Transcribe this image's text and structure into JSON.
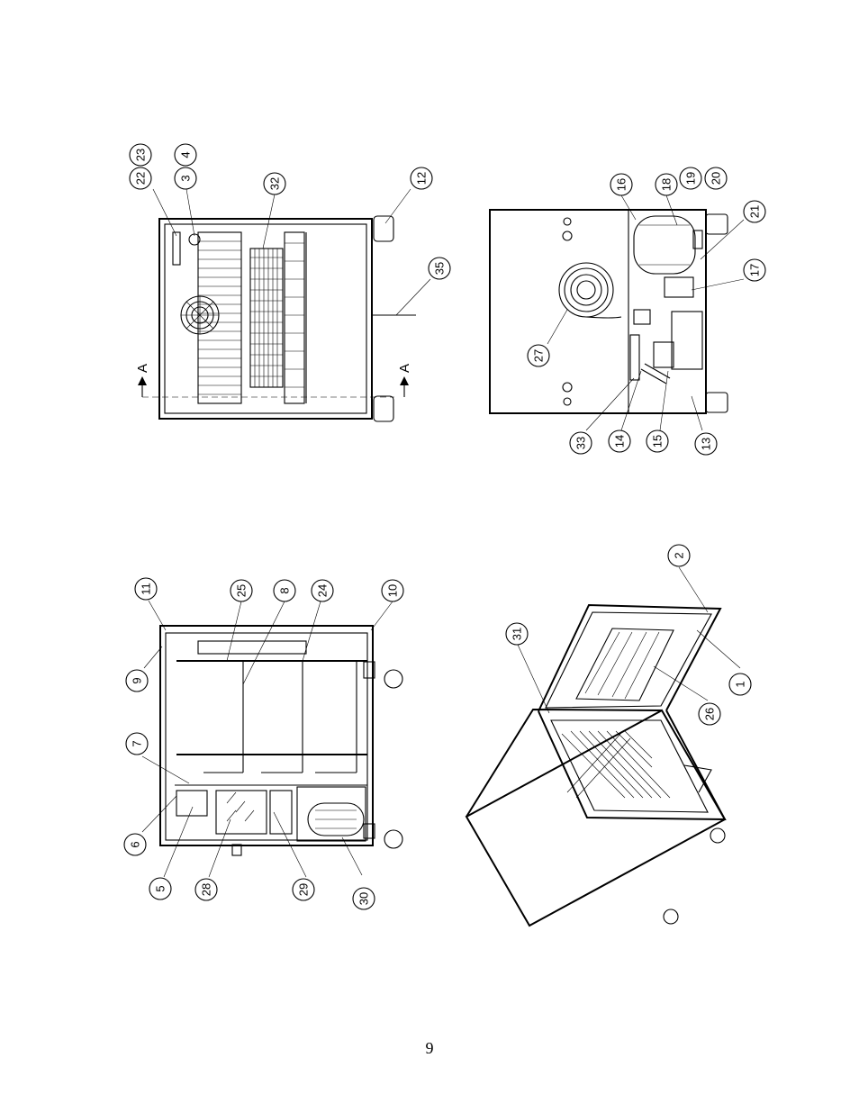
{
  "page_number": "9",
  "section_marker": "A",
  "views": {
    "top_view": {
      "callouts": [
        {
          "label": "22"
        },
        {
          "label": "23"
        },
        {
          "label": "3"
        },
        {
          "label": "4"
        },
        {
          "label": "32"
        },
        {
          "label": "12"
        },
        {
          "label": "35"
        }
      ]
    },
    "rear_view": {
      "callouts": [
        {
          "label": "16"
        },
        {
          "label": "18"
        },
        {
          "label": "19"
        },
        {
          "label": "20"
        },
        {
          "label": "21"
        },
        {
          "label": "17"
        },
        {
          "label": "27"
        },
        {
          "label": "33"
        },
        {
          "label": "14"
        },
        {
          "label": "15"
        },
        {
          "label": "13"
        }
      ]
    },
    "section_view": {
      "callouts": [
        {
          "label": "11"
        },
        {
          "label": "9"
        },
        {
          "label": "7"
        },
        {
          "label": "25"
        },
        {
          "label": "8"
        },
        {
          "label": "24"
        },
        {
          "label": "10"
        },
        {
          "label": "6"
        },
        {
          "label": "5"
        },
        {
          "label": "28"
        },
        {
          "label": "29"
        },
        {
          "label": "30"
        }
      ]
    },
    "iso_view": {
      "callouts": [
        {
          "label": "31"
        },
        {
          "label": "2"
        },
        {
          "label": "26"
        },
        {
          "label": "1"
        }
      ]
    }
  }
}
